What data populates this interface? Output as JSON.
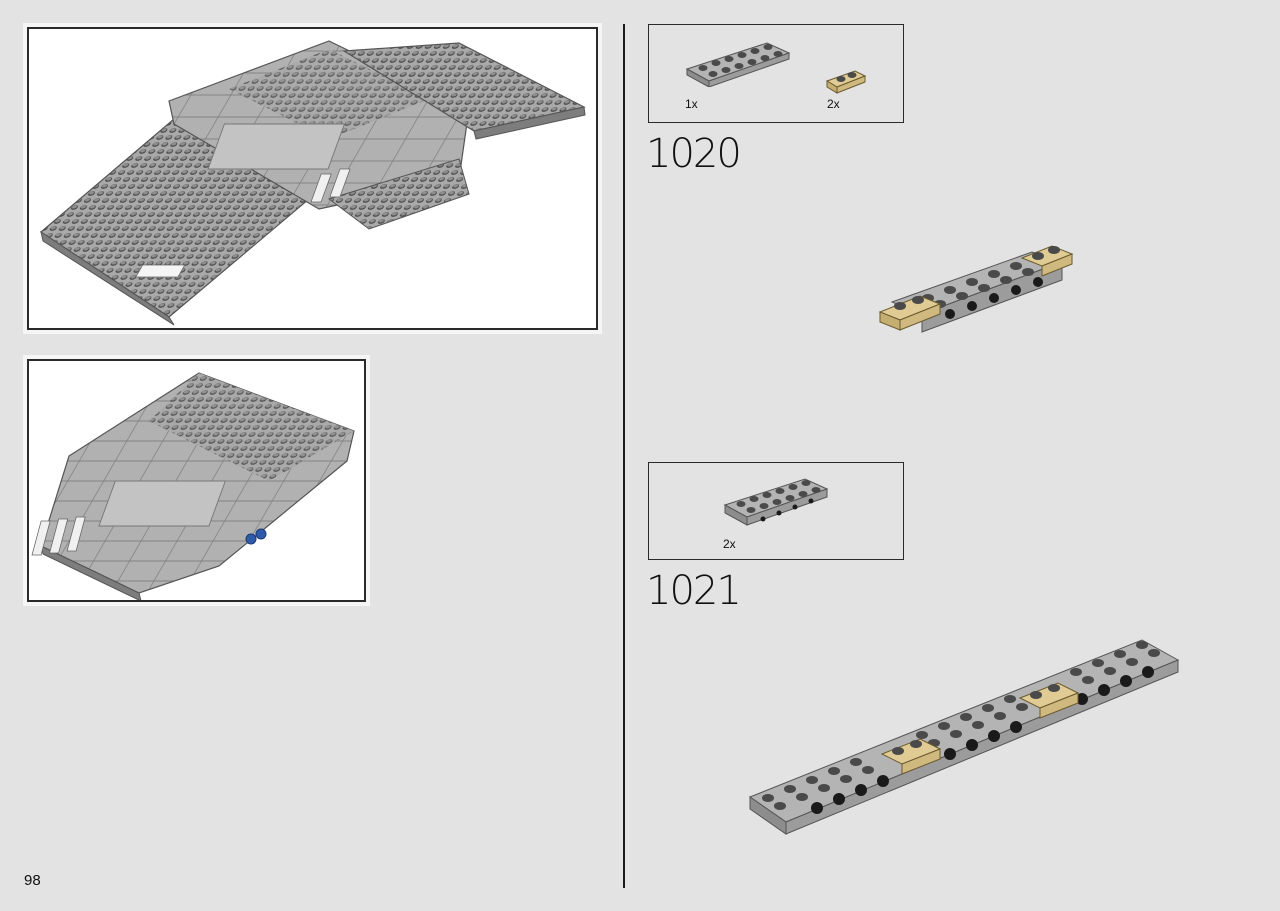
{
  "page": {
    "number": "98"
  },
  "steps": [
    {
      "id": "1020",
      "number": "1020",
      "parts": [
        {
          "qty": "1x",
          "color": "#a3a3a3"
        },
        {
          "qty": "2x",
          "color": "#dfcb93"
        }
      ]
    },
    {
      "id": "1021",
      "number": "1021",
      "parts": [
        {
          "qty": "2x",
          "color": "#a3a3a3"
        }
      ]
    }
  ],
  "colors": {
    "light_bluish_gray": "#a3a3a3",
    "tan": "#dfcb93",
    "black_pin": "#1a1a1a",
    "blue": "#2f5aa8",
    "background": "#e3e3e3"
  }
}
